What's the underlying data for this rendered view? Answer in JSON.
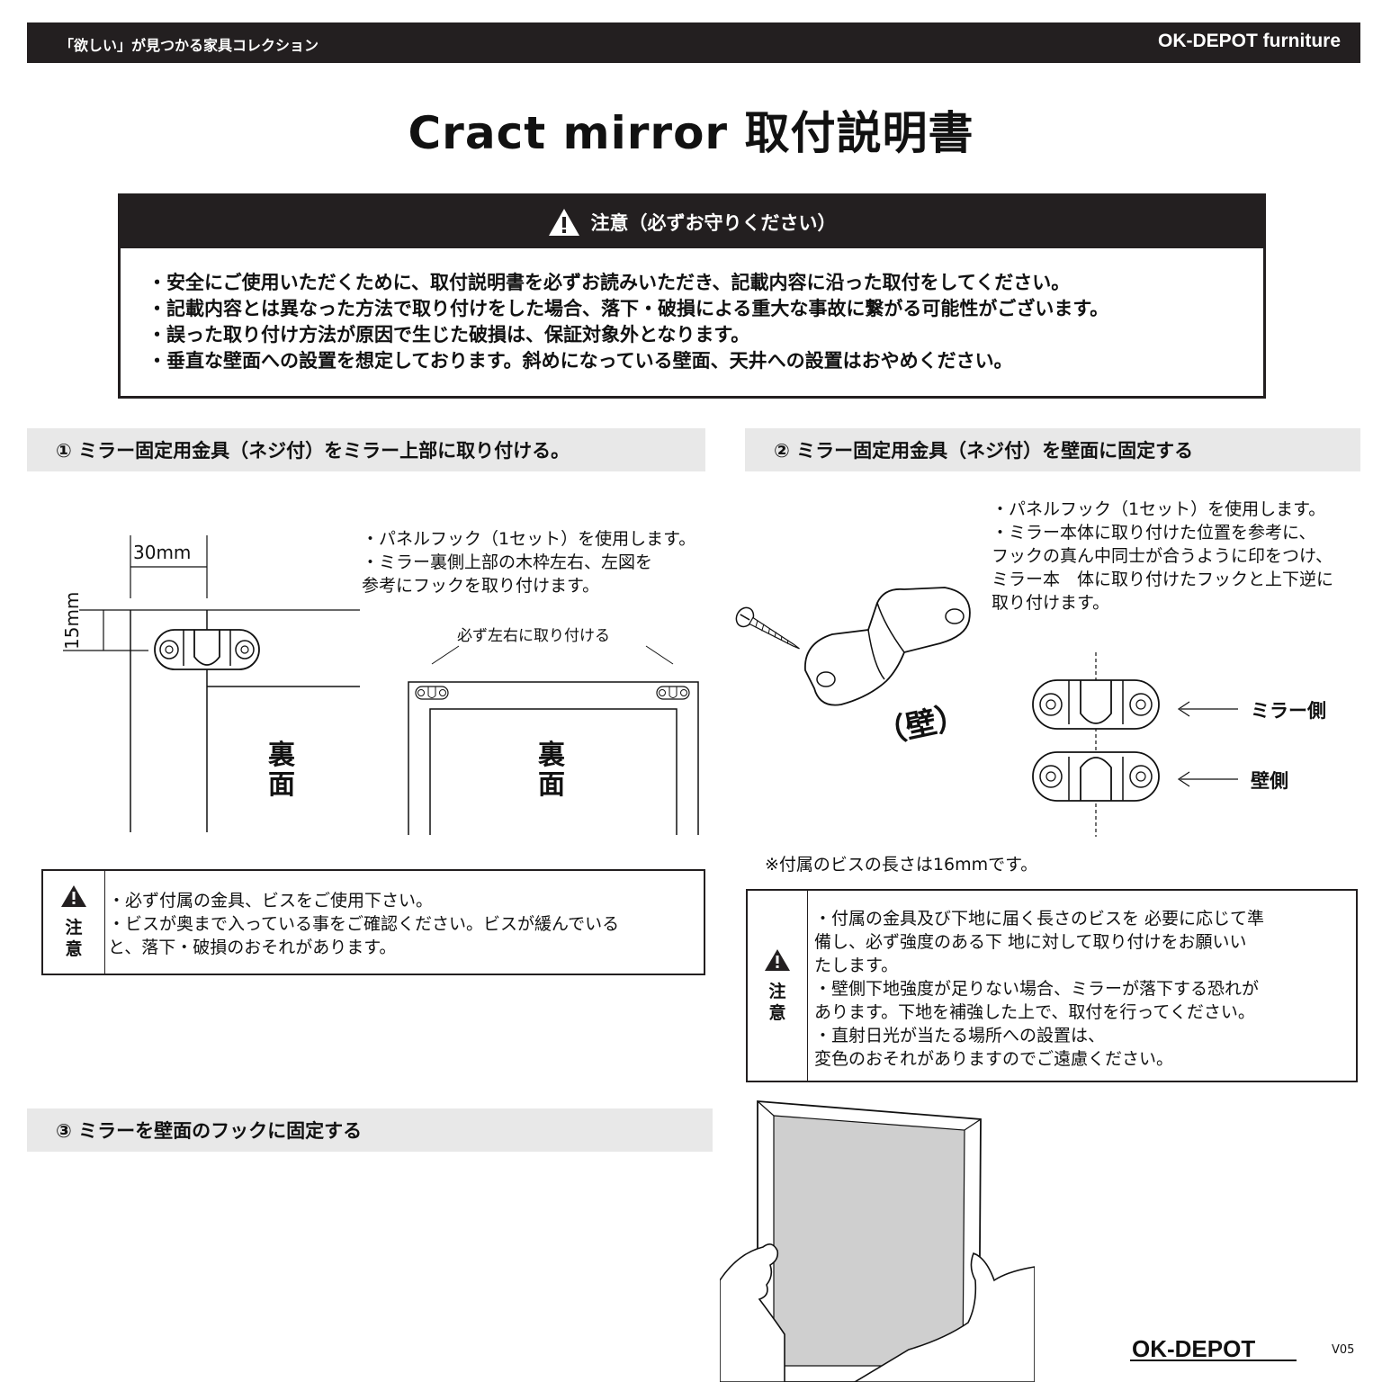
{
  "header": {
    "tagline": "「欲しい」が見つかる家具コレクション",
    "brand": "OK-DEPOT furniture"
  },
  "title": "Cract mirror 取付説明書",
  "caution": {
    "heading": "注意（必ずお守りください）",
    "items": [
      "・安全にご使用いただくために、取付説明書を必ずお読みいただき、記載内容に沿った取付をしてください。",
      "・記載内容とは異なった方法で取り付けをした場合、落下・破損による重大な事故に繋がる可能性がございます。",
      "・誤った取り付け方法が原因で生じた破損は、保証対象外となります。",
      "・垂直な壁面への設置を想定しております。斜めになっている壁面、天井への設置はおやめください。"
    ]
  },
  "step1": {
    "heading": "①  ミラー固定用金具（ネジ付）をミラー上部に取り付ける。",
    "dim_width": "30mm",
    "dim_height": "15mm",
    "back_label": "裏面",
    "instructions": [
      "・パネルフック（1セット）を使用します。",
      "・ミラー裏側上部の木枠左右、左図を",
      "参考にフックを取り付けます。"
    ],
    "both_sides_label": "必ず左右に取り付ける",
    "warning_label": "注意",
    "warning_lines": [
      "・必ず付属の金具、ビスをご使用下さい。",
      "・ビスが奥まで入っている事をご確認ください。ビスが緩んでいる",
      "と、落下・破損のおそれがあります。"
    ]
  },
  "step2": {
    "heading": "②  ミラー固定用金具（ネジ付）を壁面に固定する",
    "instructions": [
      "・パネルフック（1セット）を使用します。",
      "・ミラー本体に取り付けた位置を参考に、",
      "フックの真ん中同士が合うように印をつけ、",
      "ミラー本　体に取り付けたフックと上下逆に",
      "取り付けます。"
    ],
    "wall_label": "（壁）",
    "mirror_side_label": "ミラー側",
    "wall_side_label": "壁側",
    "screw_note": "※付属のビスの長さは16mmです。",
    "warning_label": "注意",
    "warning_lines": [
      "・付属の金具及び下地に届く長さのビスを 必要に応じて準",
      "備し、必ず強度のある下 地に対して取り付けをお願いい",
      "たします。",
      "・壁側下地強度が足りない場合、ミラーが落下する恐れが",
      "あります。下地を補強した上で、取付を行ってください。",
      "・直射日光が当たる場所への設置は、",
      "変色のおそれがありますのでご遠慮ください。"
    ]
  },
  "step3": {
    "heading": "③  ミラーを壁面のフックに固定する"
  },
  "footer": {
    "brand": "OK-DEPOT",
    "version": "V05"
  },
  "colors": {
    "dark": "#231f20",
    "bar_gray": "#e8e8e8",
    "mirror_gray": "#cfcfcf"
  }
}
